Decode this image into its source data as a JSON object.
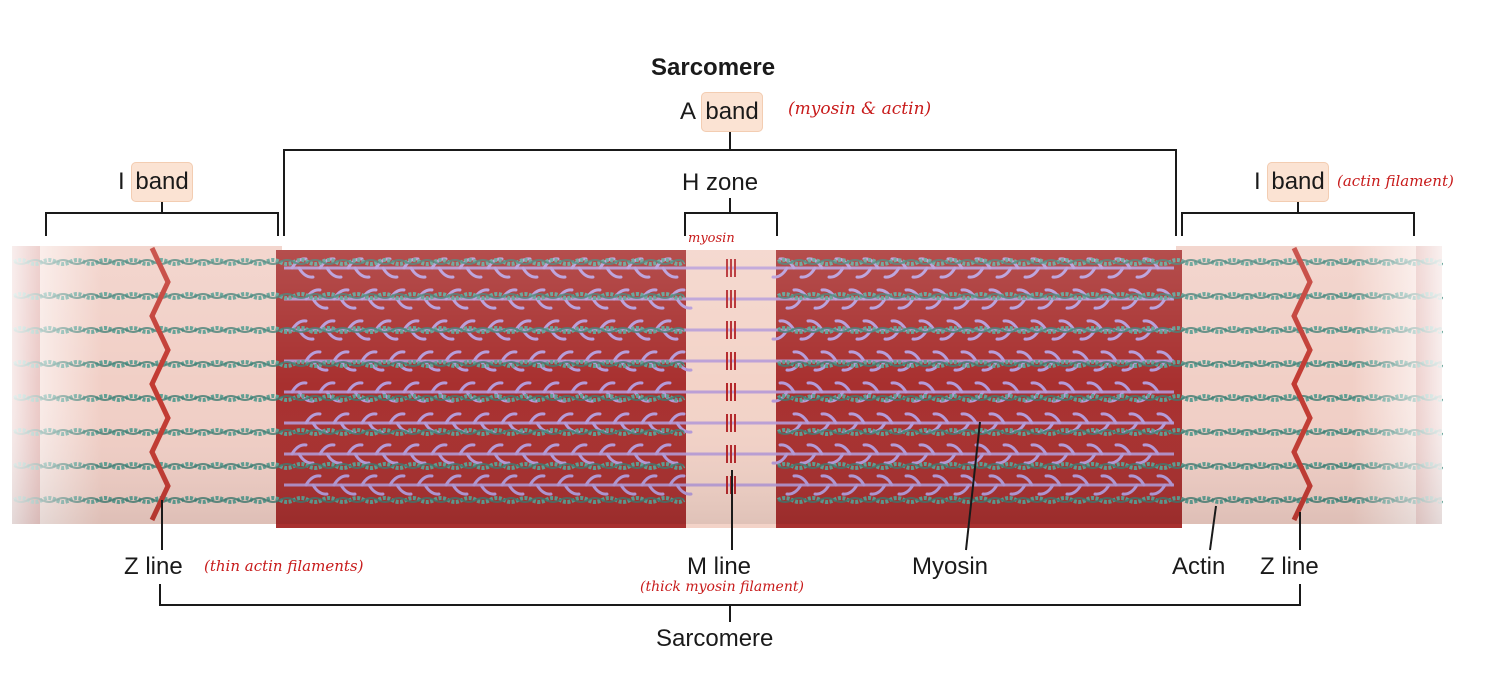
{
  "title": "Sarcomere",
  "labels": {
    "a_band_prefix": "A",
    "a_band_word": "band",
    "i_band_left_prefix": "I",
    "i_band_left_word": "band",
    "i_band_right_prefix": "I",
    "i_band_right_word": "band",
    "h_zone": "H zone",
    "z_line_left": "Z line",
    "m_line": "M line",
    "myosin": "Myosin",
    "actin": "Actin",
    "z_line_right": "Z line",
    "sarcomere_bottom": "Sarcomere"
  },
  "annotations": {
    "a_band_note": "(myosin & actin)",
    "i_band_note": "(actin filament)",
    "h_zone_note": "myosin",
    "z_line_note": "(thin actin filaments)",
    "m_line_note": "(thick myosin filament)"
  },
  "colors": {
    "a_band_fill": "#a8302f",
    "i_band_fill": "#f1cfc6",
    "h_zone_fill": "#f3d3c8",
    "actin": "#5f9e92",
    "myosin": "#b59ad8",
    "z_line": "#c23a32",
    "m_line": "#b3262a",
    "annotation": "#c81b1b",
    "highlight": "#fbe3d3"
  }
}
